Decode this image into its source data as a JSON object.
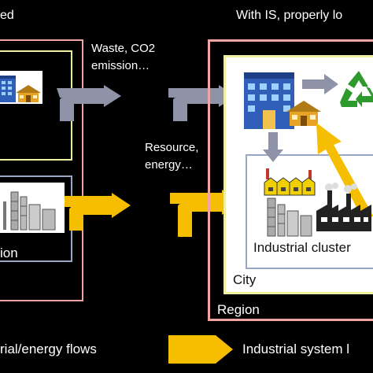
{
  "left_panel": {
    "heading": "ed",
    "city_label": "ion"
  },
  "right_panel": {
    "heading": "With IS, properly lo",
    "cluster_label": "Industrial cluster",
    "city_label": "City",
    "region_label": "Region"
  },
  "flows": {
    "waste_label_line1": "Waste, CO2",
    "waste_label_line2": "emission…",
    "resource_label_line1": "Resource,",
    "resource_label_line2": "energy…"
  },
  "legend": {
    "left_label": "rial/energy flows",
    "right_label": "Industrial  system l"
  },
  "colors": {
    "region_border": "#f2a3a3",
    "city_border": "#eef0a0",
    "cluster_border": "#9aa6c6",
    "waste_arrow": "#8e93a8",
    "resource_arrow": "#f6be00",
    "recycle_green": "#2e9a2e"
  },
  "icons": [
    "office-building-icon",
    "house-icon",
    "recycle-icon",
    "factory-icon",
    "refinery-icon"
  ]
}
